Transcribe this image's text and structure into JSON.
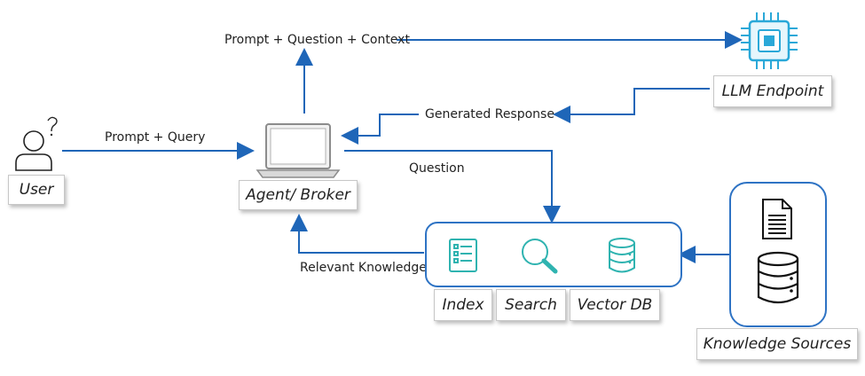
{
  "nodes": {
    "user": "User",
    "agent": "Agent/ Broker",
    "llm": "LLM Endpoint",
    "index": "Index",
    "search": "Search",
    "vector_db": "Vector DB",
    "sources": "Knowledge Sources"
  },
  "edges": {
    "prompt_query": "Prompt + Query",
    "prompt_question_context": "Prompt + Question + Context",
    "generated_response": "Generated Response",
    "question": "Question",
    "relevant_knowledge": "Relevant Knowledge"
  },
  "colors": {
    "arrow": "#1f66b8",
    "teal_icon": "#2fb3b0",
    "chip": "#2aa8d8"
  }
}
